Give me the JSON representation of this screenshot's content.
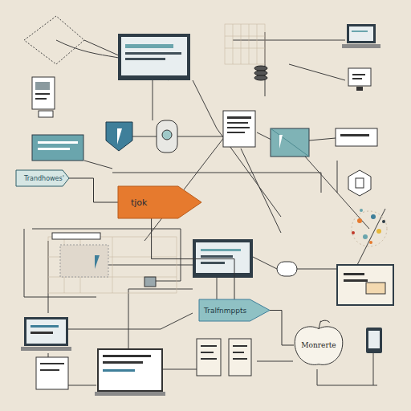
{
  "diagram": {
    "nodes": [
      {
        "text": [
          "Trandhowes'"
        ]
      },
      {
        "text": [
          "tjok"
        ]
      },
      {
        "text": [
          "Tralfnmppts"
        ]
      },
      {
        "text": [
          "Monrerte"
        ]
      }
    ],
    "edges": [
      {
        "from": 0,
        "to": 1,
        "arrow": "none"
      },
      {
        "from": 1,
        "to": 2,
        "arrow": "none"
      },
      {
        "from": 2,
        "to": 3,
        "arrow": "none"
      }
    ]
  }
}
